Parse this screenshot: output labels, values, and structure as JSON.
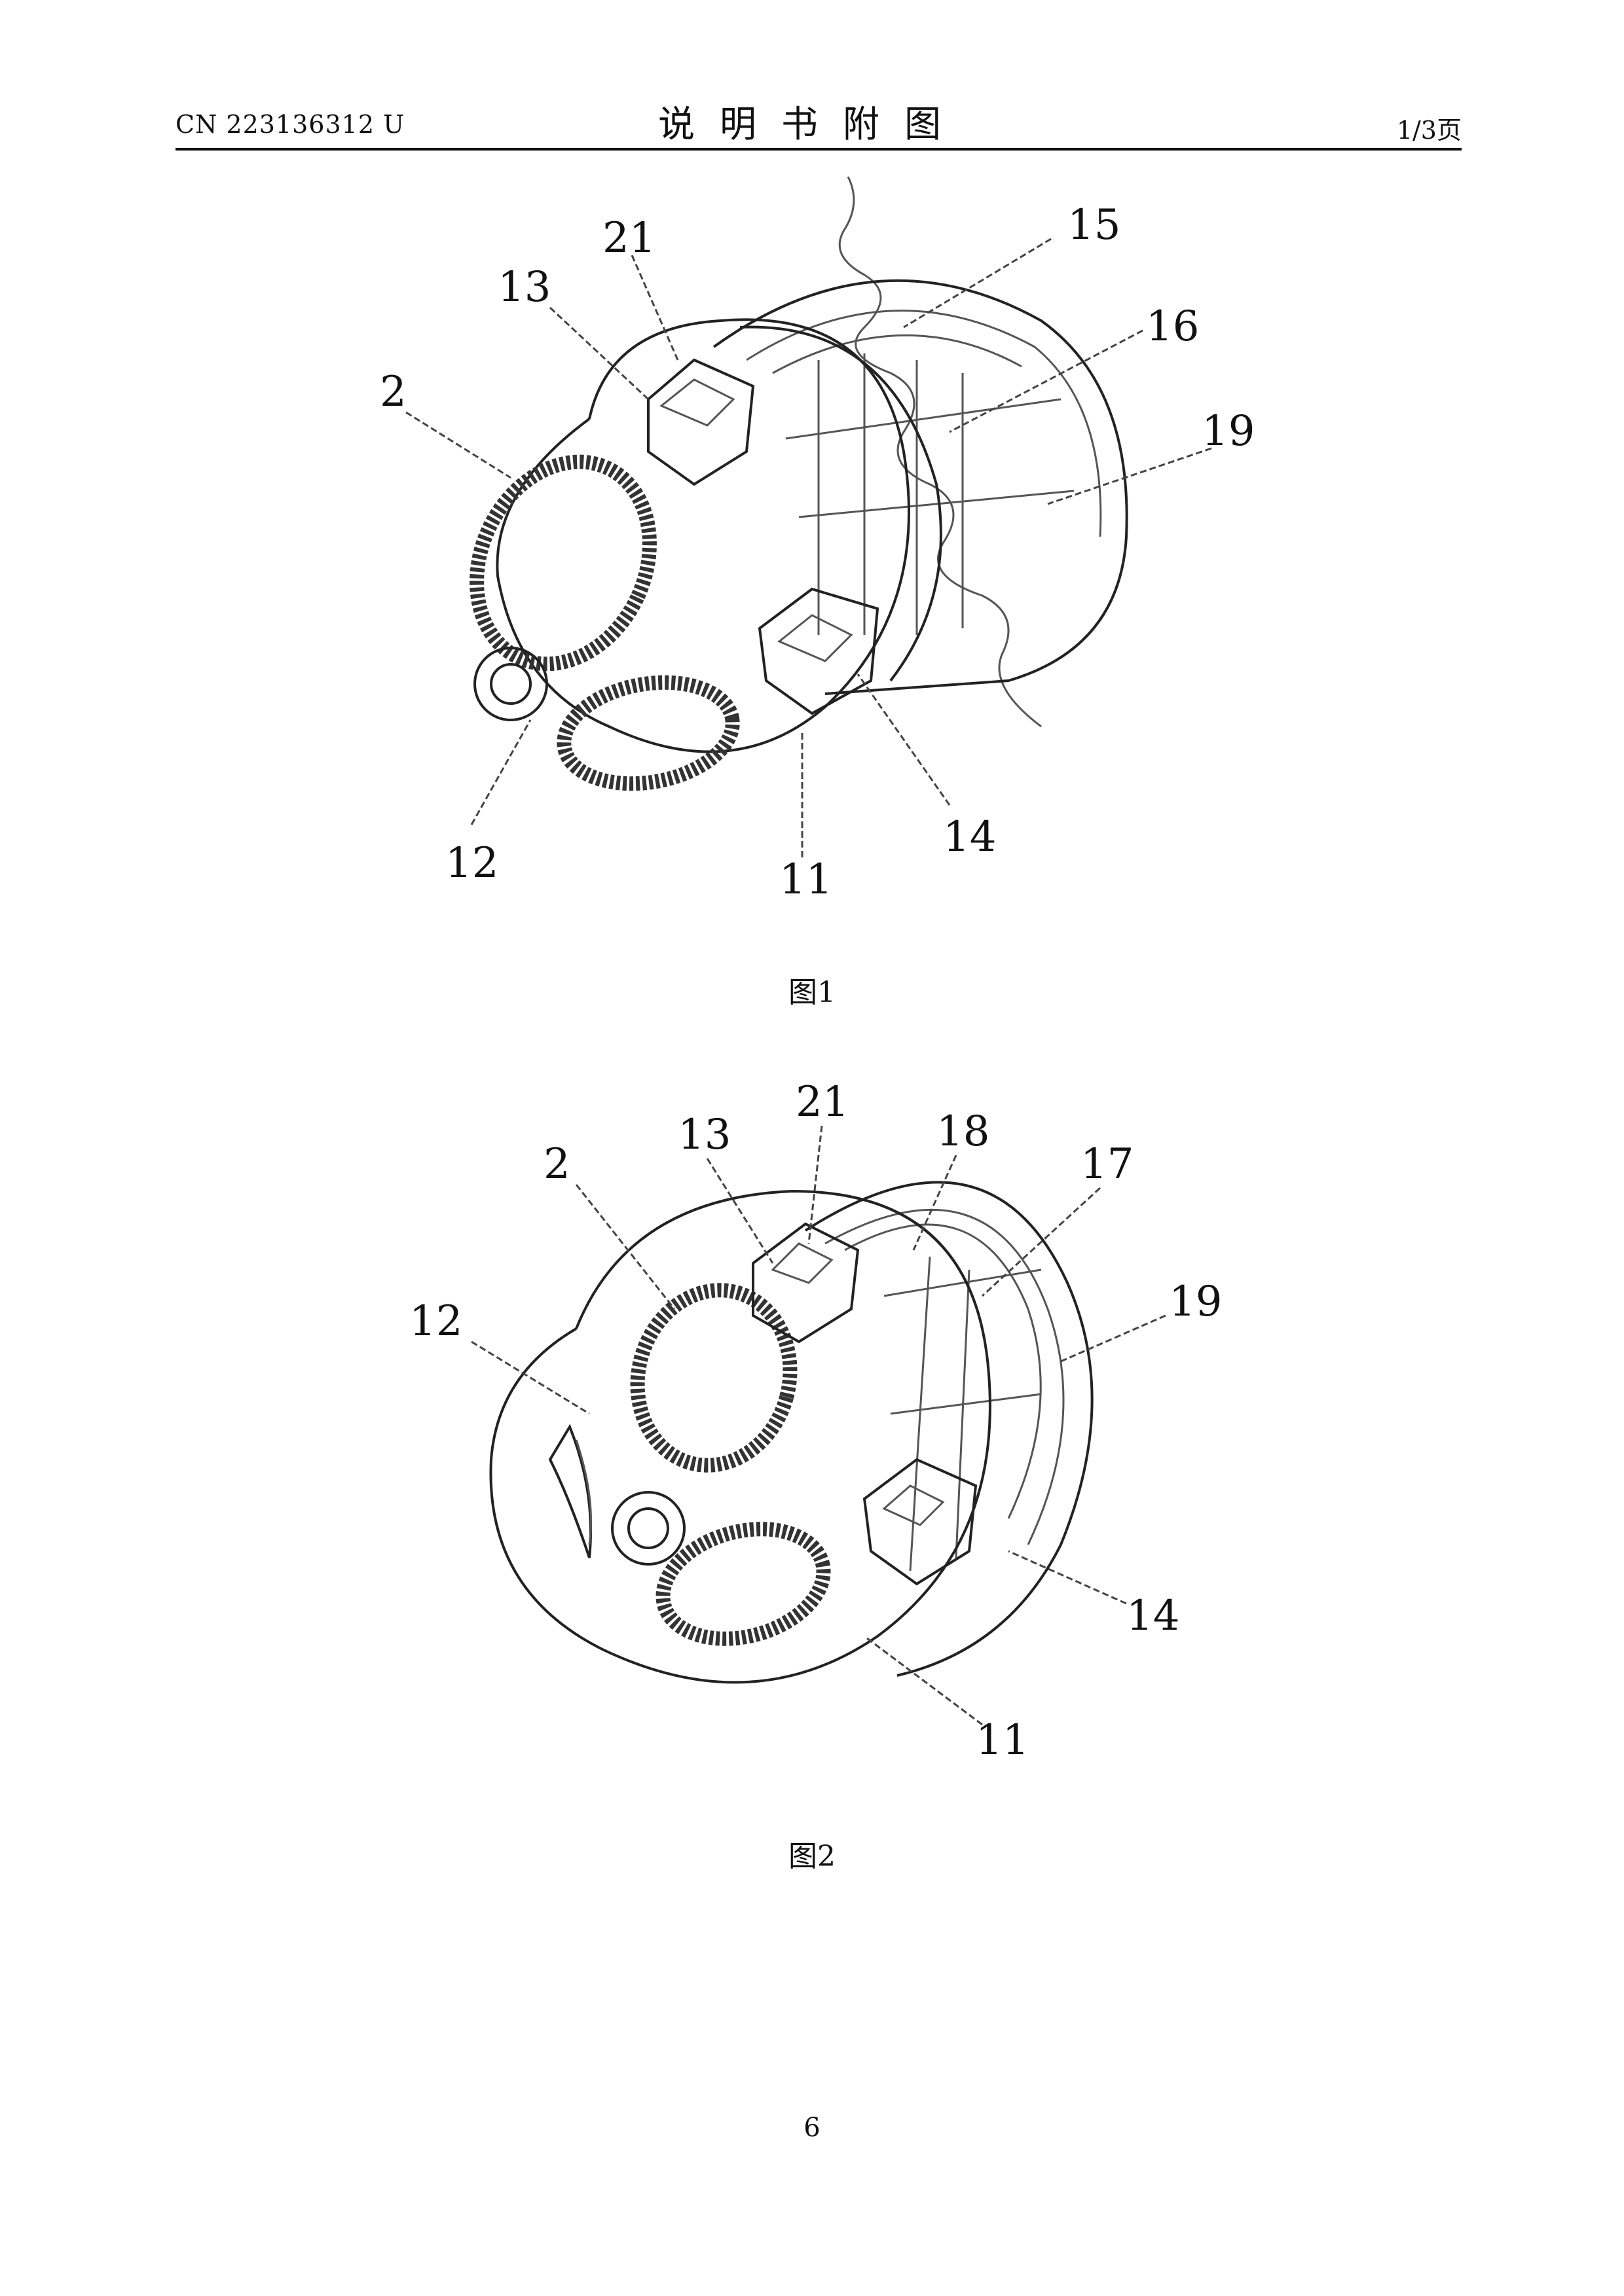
{
  "header": {
    "patent_number": "CN 223136312 U",
    "title": "说明书附图",
    "page_of": "1/3页"
  },
  "figures": [
    {
      "caption": "图1",
      "labels": {
        "l21": "21",
        "l15": "15",
        "l13": "13",
        "l16": "16",
        "l2": "2",
        "l19": "19",
        "l14": "14",
        "l12": "12",
        "l11": "11"
      }
    },
    {
      "caption": "图2",
      "labels": {
        "l21": "21",
        "l13": "13",
        "l18": "18",
        "l2": "2",
        "l17": "17",
        "l12": "12",
        "l19": "19",
        "l14": "14",
        "l11": "11"
      }
    }
  ],
  "footer": {
    "page_number": "6"
  }
}
